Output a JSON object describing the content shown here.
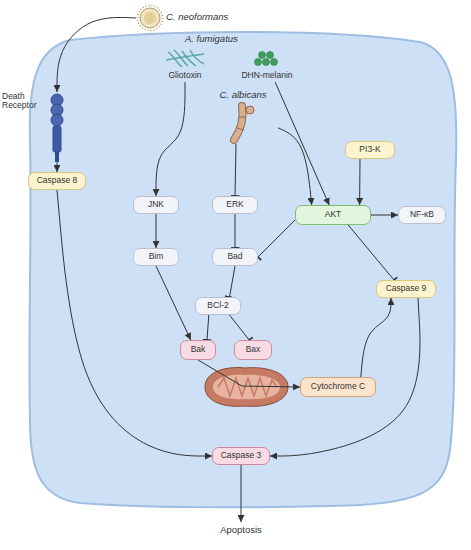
{
  "diagram": {
    "nodes": [
      {
        "text": [
          "C. neoformans"
        ]
      },
      {
        "text": [
          "Death Receptor"
        ]
      },
      {
        "text": [
          "Gliotoxin"
        ]
      },
      {
        "text": [
          "DHN-melanin"
        ]
      },
      {
        "text": [
          "C. albicans"
        ]
      },
      {
        "text": [
          "Caspase 8"
        ]
      },
      {
        "text": [
          "JNK"
        ]
      },
      {
        "text": [
          "ERK"
        ]
      },
      {
        "text": [
          "PI3-K"
        ]
      },
      {
        "text": [
          "AKT"
        ]
      },
      {
        "text": [
          "Bim"
        ]
      },
      {
        "text": [
          "Bad"
        ]
      },
      {
        "text": [
          "NF-κB"
        ]
      },
      {
        "text": [
          "BCl-2"
        ]
      },
      {
        "text": [
          "Caspase 9"
        ]
      },
      {
        "text": [
          "Bak"
        ]
      },
      {
        "text": [
          "Bax"
        ]
      },
      {
        "text": [
          "Cytochrome C"
        ]
      },
      {
        "text": [
          "Caspase 3"
        ]
      },
      {
        "text": [
          "Apoptosis"
        ]
      }
    ],
    "edges": [
      {
        "from": 0,
        "to": 1,
        "arrow": "to"
      },
      {
        "from": 1,
        "to": 5,
        "arrow": "to"
      },
      {
        "from": 2,
        "to": 6,
        "arrow": "to"
      },
      {
        "from": 3,
        "to": 9,
        "arrow": "to"
      },
      {
        "from": 4,
        "to": 7,
        "arrow": "to"
      },
      {
        "from": 4,
        "to": 9,
        "arrow": "to"
      },
      {
        "from": 8,
        "to": 9,
        "arrow": "to"
      },
      {
        "from": 6,
        "to": 10,
        "arrow": "to"
      },
      {
        "from": 7,
        "to": 11,
        "arrow": "to"
      },
      {
        "from": 9,
        "to": 11,
        "arrow": "to"
      },
      {
        "from": 9,
        "to": 12,
        "arrow": "to"
      },
      {
        "from": 9,
        "to": 14,
        "arrow": "to"
      },
      {
        "from": 11,
        "to": 13,
        "arrow": "to"
      },
      {
        "from": 10,
        "to": 15,
        "arrow": "to"
      },
      {
        "from": 13,
        "to": 15,
        "arrow": "to"
      },
      {
        "from": 13,
        "to": 16,
        "arrow": "to"
      },
      {
        "from": 15,
        "to": 17,
        "arrow": "to"
      },
      {
        "from": 17,
        "to": 14,
        "arrow": "to"
      },
      {
        "from": 5,
        "to": 18,
        "arrow": "to"
      },
      {
        "from": 14,
        "to": 18,
        "arrow": "to"
      },
      {
        "from": 18,
        "to": 19,
        "arrow": "to"
      }
    ],
    "labels": [
      "A. fumigatus"
    ]
  }
}
